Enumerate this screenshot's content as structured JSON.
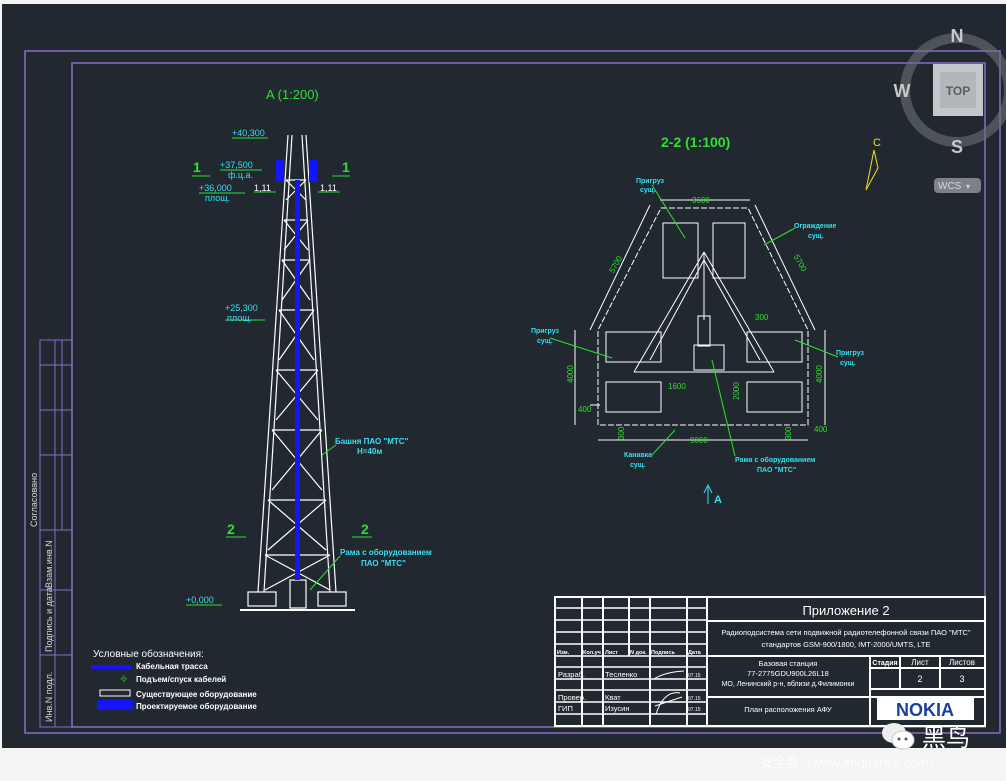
{
  "drawing": {
    "elevation_title": "A (1:200)",
    "plan_title": "2-2 (1:100)",
    "levels": [
      {
        "value": "+40,300",
        "note": ""
      },
      {
        "value": "+37,500",
        "note": "ф.ц.а."
      },
      {
        "value": "+36,000",
        "note": "площ."
      },
      {
        "value": "+25,300",
        "note": "площ."
      },
      {
        "value": "+0,000",
        "note": ""
      }
    ],
    "section_marks": {
      "one": "1",
      "two": "2",
      "offset": "1,11"
    },
    "tower_label": [
      "Башня ПАО \"МТС\"",
      "H=40м"
    ],
    "frame_label": [
      "Рама с оборудованием",
      "ПАО \"МТС\""
    ],
    "plan_labels": {
      "counterweight": [
        "Пригруз",
        "сущ."
      ],
      "fence": [
        "Ограждение",
        "сущ."
      ],
      "ditch": [
        "Канавка",
        "сущ."
      ],
      "frame": [
        "Рама с оборудованием",
        "ПАО \"МТС\""
      ],
      "view_arrow": "A"
    },
    "dimensions": [
      "3600",
      "5700",
      "5700",
      "4000",
      "4000",
      "300",
      "1600",
      "2000",
      "400",
      "400",
      "300",
      "300",
      "9000"
    ],
    "north_label": "С"
  },
  "legend": {
    "title": "Условные обозначения:",
    "items": [
      "Кабельная трасса",
      "Подъем/спуск кабелей",
      "Существующее оборудование",
      "Проектируемое оборудование"
    ]
  },
  "side_stamp": [
    "Согласовано",
    "Взам.инв.N",
    "Подпись и дата",
    "Инв.N подл."
  ],
  "title_block": {
    "appendix": "Приложение 2",
    "description": [
      "Радиоподсистема сети подвижной радиотелефонной связи ПАО \"МТС\"",
      "стандартов GSM-900/1800, IMT-2000/UMTS, LTE"
    ],
    "station": [
      "Базовая станция",
      "77-2775GDU900L26L18",
      "МО, Ленинский р-н, вблизи д.Филимонки"
    ],
    "sheet_title": "План расположения АФУ",
    "headers": [
      "Изм.",
      "Кол.уч",
      "Лист",
      "N док.",
      "Подпись",
      "Дата"
    ],
    "stage_label": "Стадия",
    "sheet_label": "Лист",
    "sheets_label": "Листов",
    "sheet": "2",
    "sheets": "3",
    "rows": [
      {
        "role": "Разраб.",
        "name": "Тесленко",
        "date": "07.15"
      },
      {
        "role": "Провер.",
        "name": "Кват",
        "date": "07.15"
      },
      {
        "role": "ГИП",
        "name": "Изусин",
        "date": "07.15"
      }
    ],
    "logo": "NOKIA"
  },
  "viewcube": {
    "n": "N",
    "s": "S",
    "w": "W",
    "face": "TOP",
    "wcs": "WCS"
  },
  "watermark": {
    "text": "安全客（www.anquanke.com）",
    "brand": "黑鸟"
  },
  "colors": {
    "background": "#212830",
    "frame": "#8a6cc8",
    "dim": "#2fe02f",
    "label": "#35e0f0",
    "cable": "#1414ff"
  }
}
